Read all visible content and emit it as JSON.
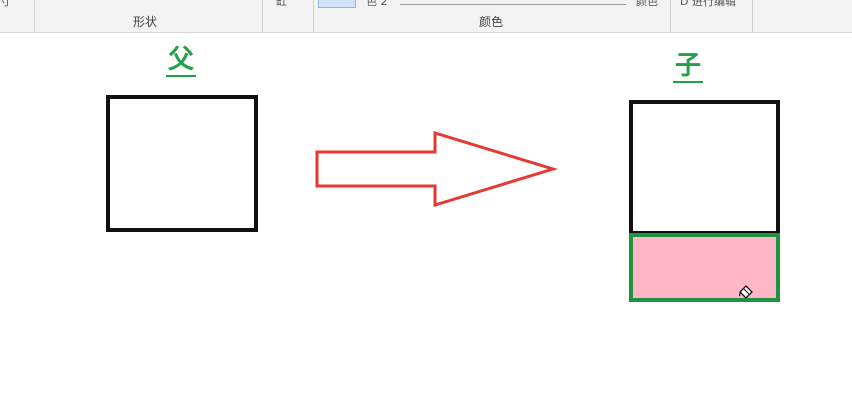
{
  "ribbon": {
    "groups": {
      "shape_label": "形状",
      "color_label": "颜色"
    },
    "cutoff_text": {
      "left_edge": "寸",
      "mid": "缸",
      "color_2": "色 2",
      "edit_colors": "颜色",
      "edit_tool": "D 进行编辑"
    }
  },
  "canvas": {
    "parent_label": "父",
    "child_label": "子",
    "arrow_color": "#e53a32",
    "child_fill_color": "#ffb6c6",
    "child_border_color": "#1e9440",
    "label_color": "#23a04a"
  },
  "icons": {
    "cursor": "paint-bucket-icon"
  }
}
